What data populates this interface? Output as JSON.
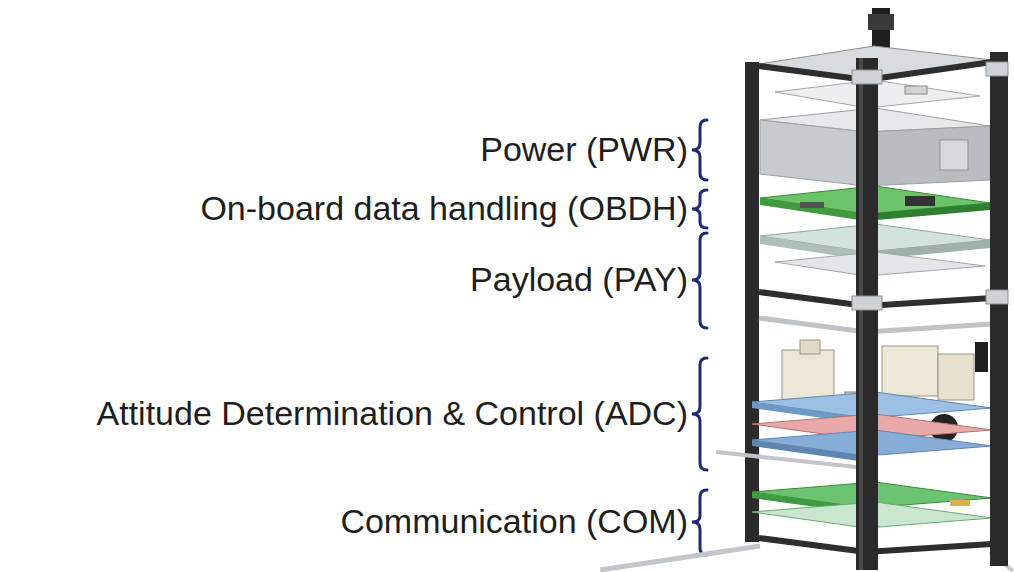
{
  "diagram": {
    "labels": [
      "Power (PWR)",
      "On-board data handling (OBDH)",
      "Payload (PAY)",
      "Attitude Determination & Control (ADC)",
      "Communication (COM)"
    ]
  }
}
